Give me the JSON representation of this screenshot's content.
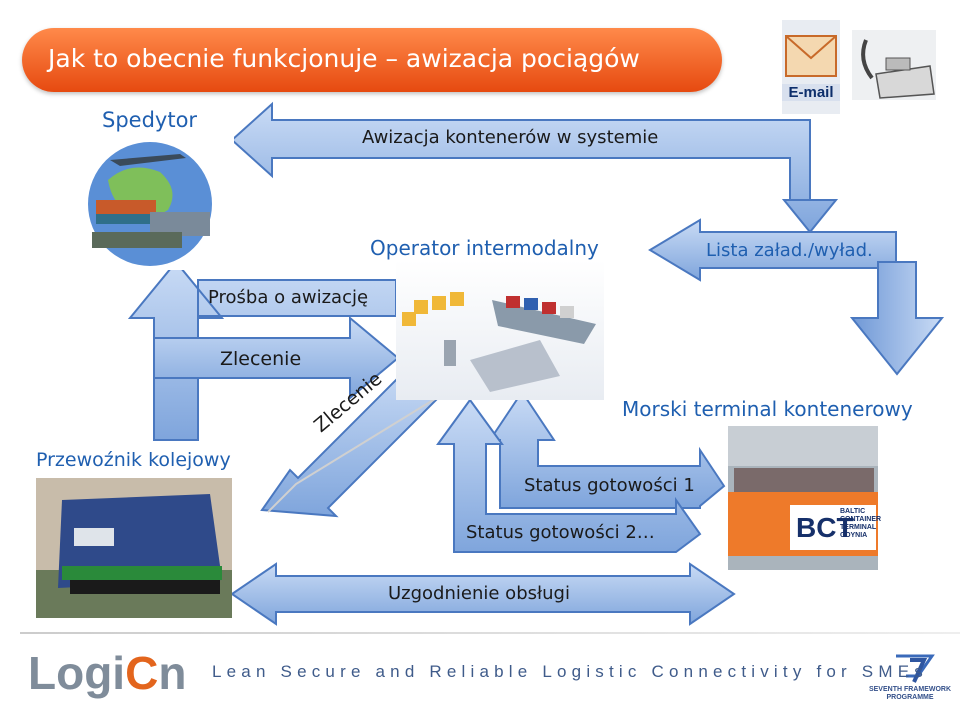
{
  "title": "Jak to obecnie funkcjonuje – awizacja pociągów",
  "labels": {
    "spedytor": "Spedytor",
    "awizacja_kontenerow": "Awizacja kontenerów w systemie",
    "operator_intermodalny": "Operator intermodalny",
    "lista_zalad": "Lista załad./wyład.",
    "prosba_o_awizacje": "Prośba o awizację",
    "zlecenie_horizontal": "Zlecenie",
    "zlecenie_diagonal": "Zlecenie",
    "przewoznik_kolejowy": "Przewoźnik kolejowy",
    "morski_terminal": "Morski terminal kontenerowy",
    "status_gotowosci_1": "Status gotowości 1",
    "status_gotowosci_2": "Status gotowości 2…",
    "uzgodnienie_obslugi": "Uzgodnienie obsługi"
  },
  "icons": {
    "email": "E-mail",
    "phone": "phone-fax-icon"
  },
  "terminal_logo": {
    "name": "BCT",
    "subtitle_line1": "BALTIC",
    "subtitle_line2": "CONTAINER",
    "subtitle_line3": "TERMINAL",
    "subtitle_line4": "GDYNIA"
  },
  "footer": {
    "logo_part1": "Logi",
    "logo_part2": "C",
    "logo_part3": "n",
    "tagline": "Lean Secure and Reliable Logistic Connectivity for SMEs",
    "fp7_line1": "SEVENTH FRAMEWORK",
    "fp7_line2": "PROGRAMME"
  },
  "colors": {
    "banner_orange": "#e64a10",
    "arrow_fill": "#a9c4ec",
    "arrow_stroke": "#4a78c0",
    "label_blue": "#1f5fb0"
  }
}
